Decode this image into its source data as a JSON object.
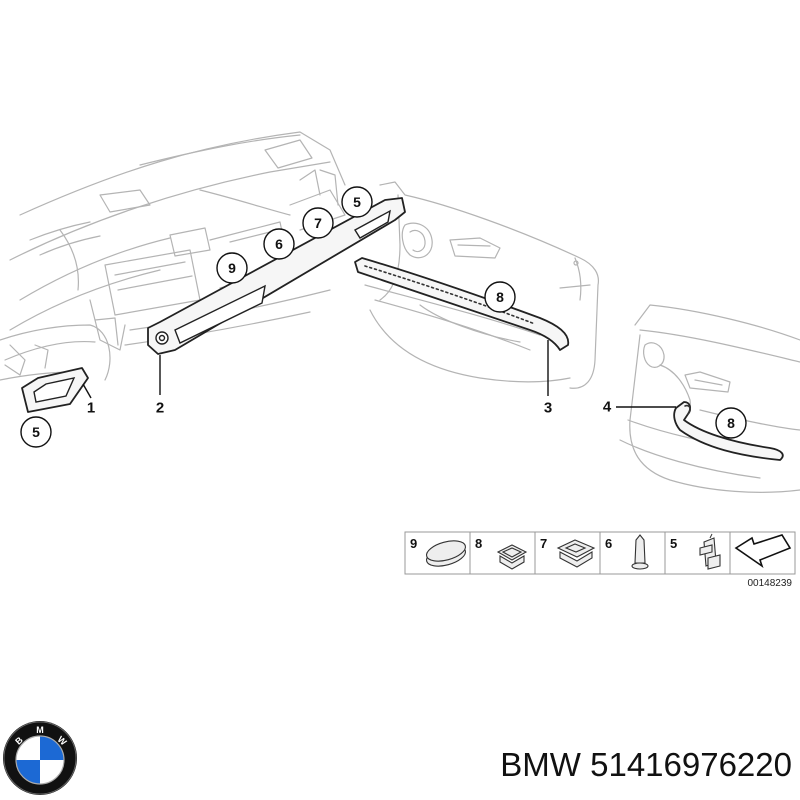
{
  "callouts": [
    {
      "id": "1",
      "label": "1"
    },
    {
      "id": "2",
      "label": "2"
    },
    {
      "id": "3",
      "label": "3"
    },
    {
      "id": "4",
      "label": "4"
    }
  ],
  "circle_labels": [
    {
      "id": "c5a",
      "label": "5"
    },
    {
      "id": "c5b",
      "label": "5"
    },
    {
      "id": "c6",
      "label": "6"
    },
    {
      "id": "c7",
      "label": "7"
    },
    {
      "id": "c8a",
      "label": "8"
    },
    {
      "id": "c8b",
      "label": "8"
    },
    {
      "id": "c9",
      "label": "9"
    }
  ],
  "legend": {
    "items": [
      {
        "label": "9",
        "part": "pad-icon"
      },
      {
        "label": "8",
        "part": "clip-icon"
      },
      {
        "label": "7",
        "part": "clip-large-icon"
      },
      {
        "label": "6",
        "part": "pin-icon"
      },
      {
        "label": "5",
        "part": "bracket-icon"
      }
    ],
    "reference": "00148239"
  },
  "footer": {
    "brand": "BMW",
    "part_number": "51416976220",
    "text": "BMW 51416976220"
  },
  "colors": {
    "logo_blue": "#1c69d4",
    "logo_ring": "#111111"
  }
}
